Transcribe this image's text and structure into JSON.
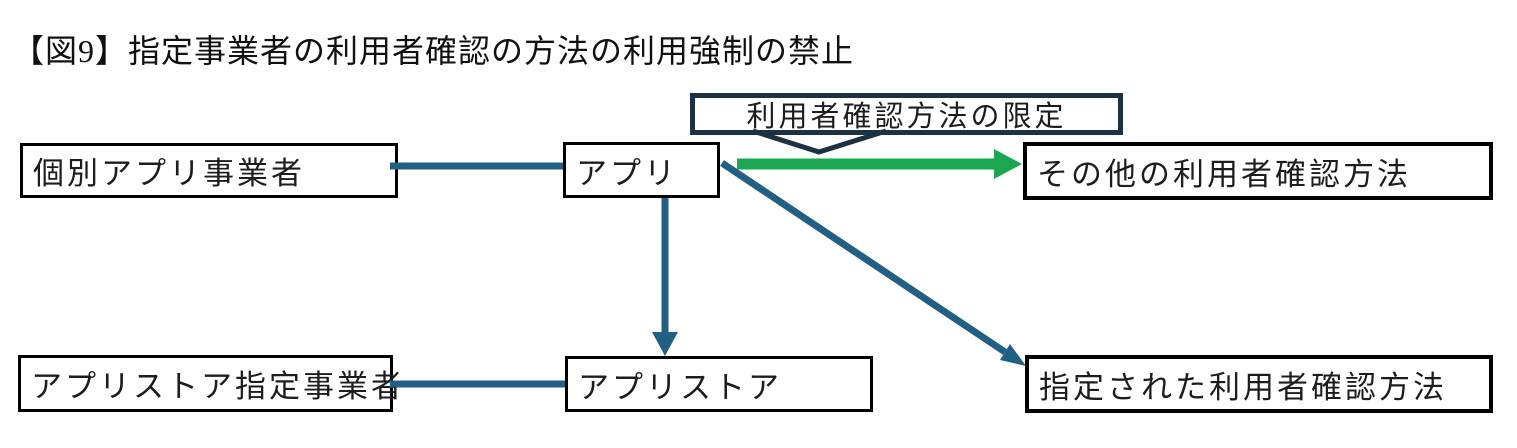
{
  "title": "【図9】指定事業者の利用者確認の方法の利用強制の禁止",
  "callout": {
    "label": "利用者確認方法の限定"
  },
  "nodes": {
    "individual_app_provider": {
      "label": "個別アプリ事業者"
    },
    "app": {
      "label": "アプリ"
    },
    "other_confirmation_methods": {
      "label": "その他の利用者確認方法"
    },
    "app_store_designated_provider": {
      "label": "アプリストア指定事業者"
    },
    "app_store": {
      "label": "アプリストア"
    },
    "designated_confirmation_methods": {
      "label": "指定された利用者確認方法"
    }
  },
  "colors": {
    "connector_teal": "#226083",
    "allowed_green": "#1CA64F",
    "callout_navy": "#1C3243",
    "box_border": "#000000",
    "text": "#1D1D1F"
  }
}
